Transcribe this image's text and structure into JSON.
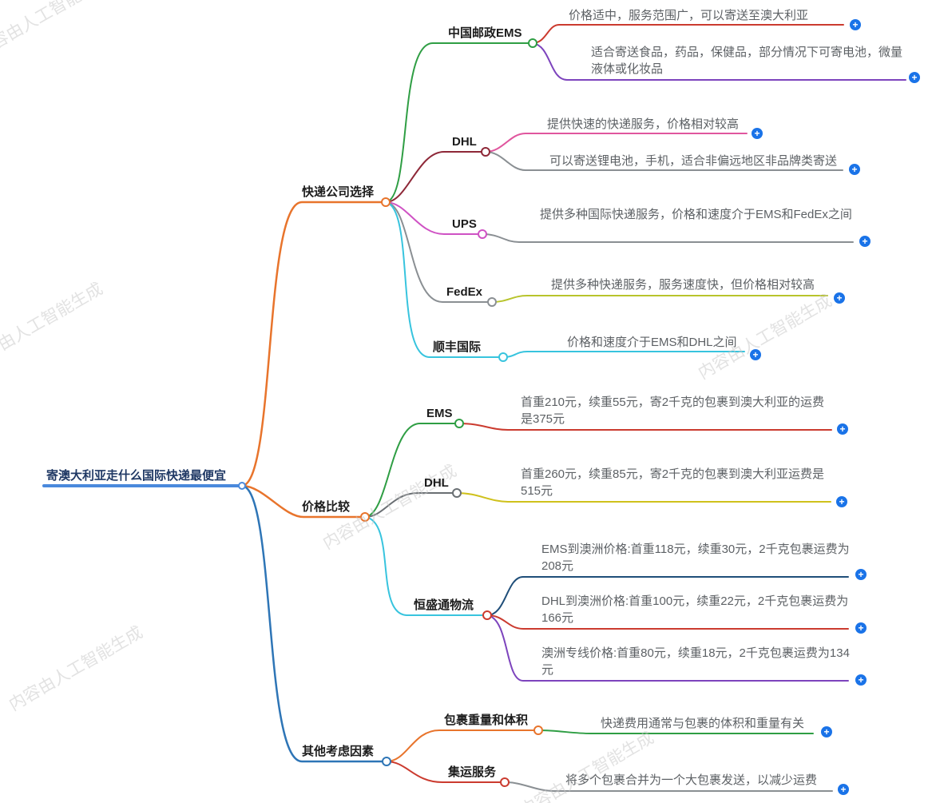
{
  "watermark": "内容由人工智能生成",
  "ui": {
    "plus": "+"
  },
  "root": {
    "label": "寄澳大利亚走什么国际快递最便宜"
  },
  "branches": [
    {
      "label": "快递公司选择",
      "children": [
        {
          "label": "中国邮政EMS",
          "leaves": [
            "价格适中，服务范围广，可以寄送至澳大利亚",
            "适合寄送食品，药品，保健品，部分情况下可寄电池，微量液体或化妆品"
          ]
        },
        {
          "label": "DHL",
          "leaves": [
            "提供快速的快递服务，价格相对较高",
            "可以寄送锂电池，手机，适合非偏远地区非品牌类寄送"
          ]
        },
        {
          "label": "UPS",
          "leaves": [
            "提供多种国际快递服务，价格和速度介于EMS和FedEx之间"
          ]
        },
        {
          "label": "FedEx",
          "leaves": [
            "提供多种快递服务，服务速度快，但价格相对较高"
          ]
        },
        {
          "label": "顺丰国际",
          "leaves": [
            "价格和速度介于EMS和DHL之间"
          ]
        }
      ]
    },
    {
      "label": "价格比较",
      "children": [
        {
          "label": "EMS",
          "leaves": [
            "首重210元，续重55元，寄2千克的包裹到澳大利亚的运费是375元"
          ]
        },
        {
          "label": "DHL",
          "leaves": [
            "首重260元，续重85元，寄2千克的包裹到澳大利亚运费是515元"
          ]
        },
        {
          "label": "恒盛通物流",
          "leaves": [
            "EMS到澳洲价格:首重118元，续重30元，2千克包裹运费为208元",
            "DHL到澳洲价格:首重100元，续重22元，2千克包裹运费为166元",
            "澳洲专线价格:首重80元，续重18元，2千克包裹运费为134元"
          ]
        }
      ]
    },
    {
      "label": "其他考虑因素",
      "children": [
        {
          "label": "包裹重量和体积",
          "leaves": [
            "快递费用通常与包裹的体积和重量有关"
          ]
        },
        {
          "label": "集运服务",
          "leaves": [
            "将多个包裹合并为一个大包裹发送，以减少运费"
          ]
        }
      ]
    }
  ],
  "colors": {
    "plus_button": "#1a73e8",
    "root_underline": "#4a89dc",
    "branch_orange": "#e8742c",
    "branch_blue": "#2e75b6",
    "green": "#2f9e44",
    "maroon": "#8e2838",
    "magenta": "#cf52c4",
    "gray": "#8a8f93",
    "cyan": "#38c4de",
    "red": "#cb3b2f",
    "purple": "#7d44bd",
    "pink": "#e0569e",
    "yellow": "#cfc11c",
    "olive": "#b8c42c",
    "navy": "#1f4e79"
  }
}
